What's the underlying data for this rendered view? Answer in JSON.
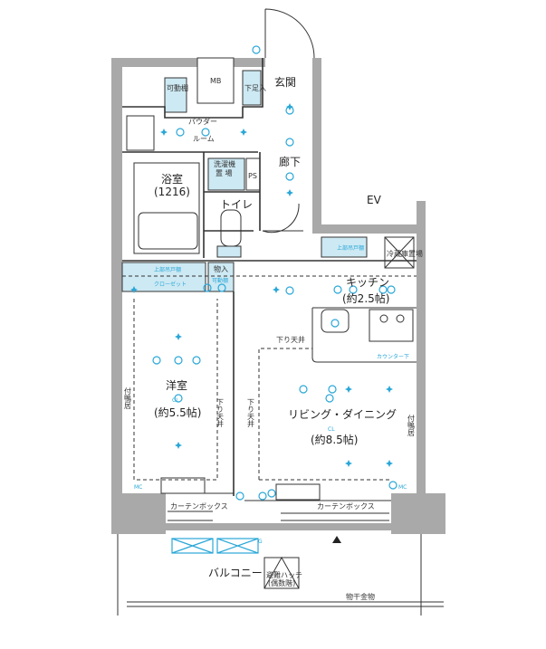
{
  "labels": {
    "genkan": "玄関",
    "mb": "MB",
    "kadodana": "可動棚",
    "gesokuire": "下足入",
    "powder1": "パウダー",
    "powder2": "ルーム",
    "rouka": "廊下",
    "yokushitsu": "浴室",
    "yokushitsu_size": "(1216)",
    "sentakuki1": "洗濯機",
    "sentakuki2": "置 場",
    "ps": "PS",
    "toilet": "トイレ",
    "ev": "EV",
    "kitchen": "キッチン",
    "kitchen_size": "(約2.5帖)",
    "reizoko": "冷蔵庫置場",
    "jobu_todana": "上部吊戸棚",
    "closet": "クローゼット",
    "monoire": "物入",
    "monoire_sub": "可動棚",
    "yoshitsu": "洋室",
    "yoshitsu_size": "(約5.5帖)",
    "ld": "リビング・ダイニング",
    "ld_size": "(約8.5帖)",
    "sagari_tenjo": "下り天井",
    "tsukikamoi": "付鴨居",
    "curtain_box": "カーテンボックス",
    "balcony": "バルコニー",
    "hatch1": "避難ハッチ",
    "hatch2": "(偶数階)",
    "monohoshi": "物干金物",
    "counter": "カウンター下",
    "mc": "MC",
    "cl": "CL",
    "g": "G"
  },
  "colors": {
    "wall": "#a9a9a9",
    "equipment": "#2aa7d8",
    "storage_fill": "#cde9f3"
  }
}
